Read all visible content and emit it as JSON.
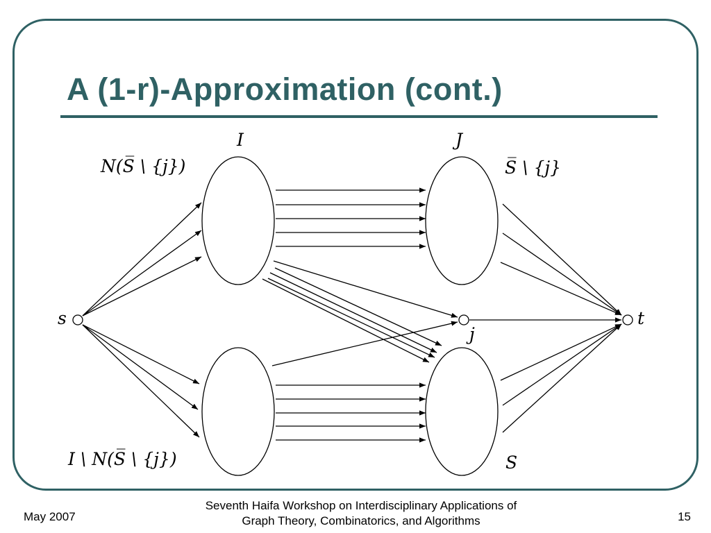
{
  "slide": {
    "title": "A (1-r)-Approximation (cont.)",
    "accent_color": "#2f6164"
  },
  "diagram": {
    "labels": {
      "set_I": "I",
      "set_J": "J",
      "top_left_set": "N(S̅ \\ {j})",
      "top_right_set": "S̅ \\ {j}",
      "bottom_left_set": "I \\ N(S̅ \\ {j})",
      "bottom_right_set": "S",
      "source": "s",
      "sink": "t",
      "node_j": "j"
    }
  },
  "footer": {
    "date": "May 2007",
    "line1": "Seventh Haifa Workshop on Interdisciplinary Applications of",
    "line2": "Graph Theory, Combinatorics, and Algorithms",
    "page": "15"
  }
}
